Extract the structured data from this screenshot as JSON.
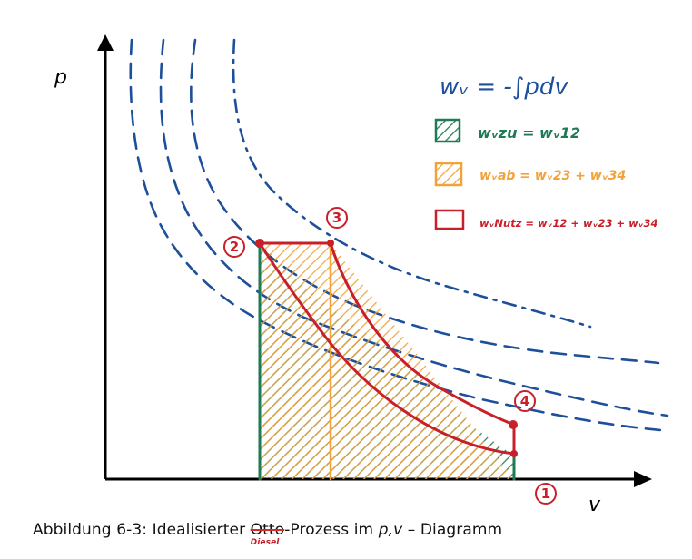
{
  "axes": {
    "y_label": "p",
    "x_label": "v"
  },
  "formula": "wᵥ = -∫pdv",
  "legend": {
    "items": [
      {
        "swatch": "green-hatch",
        "color": "#1f7a55",
        "text": "wᵥzu = wᵥ12"
      },
      {
        "swatch": "orange-hatch",
        "color": "#f2a23a",
        "text": "wᵥab = wᵥ23 + wᵥ34"
      },
      {
        "swatch": "red-outline",
        "color": "#c8202a",
        "text": "wᵥNutz = wᵥ12 + wᵥ23 + wᵥ34"
      }
    ]
  },
  "points": [
    "2",
    "3",
    "4",
    "1"
  ],
  "caption": {
    "before": "Abbildung 6-3: Idealisierter ",
    "struck": "Otto",
    "correction": "Diesel",
    "after": "-Prozess im ",
    "italic": "p,v",
    "end": " – Diagramm"
  },
  "colors": {
    "blue": "#1d4f9a",
    "green": "#1f7a55",
    "orange": "#f2a23a",
    "red": "#c8202a"
  }
}
